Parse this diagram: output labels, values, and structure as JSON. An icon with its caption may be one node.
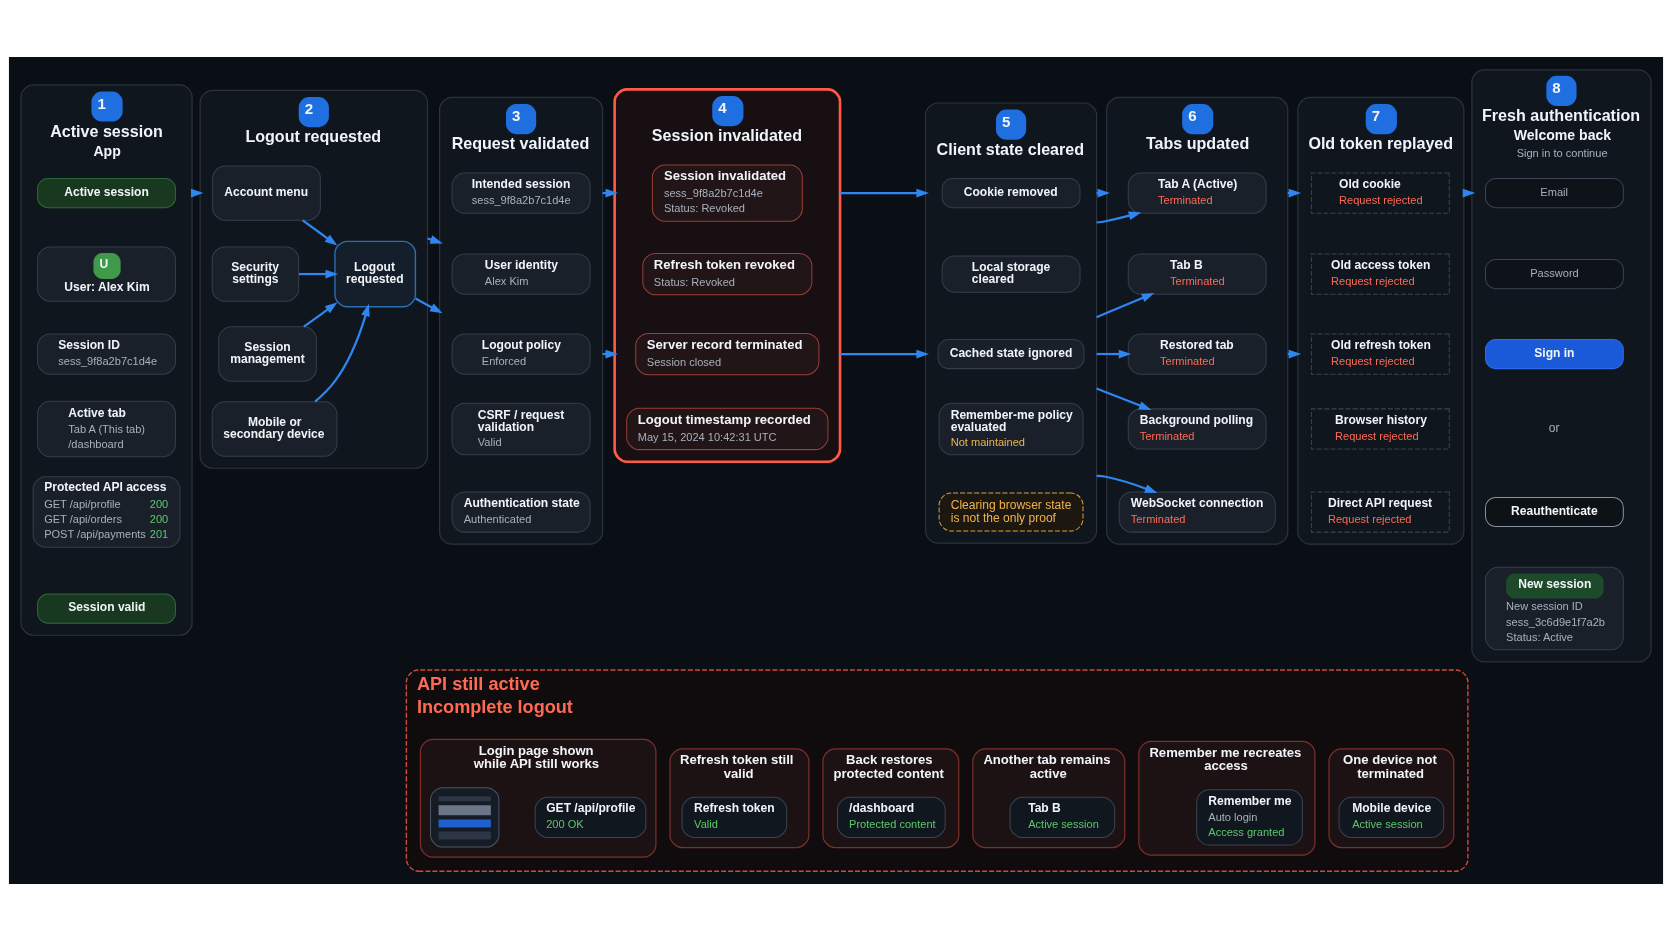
{
  "diagram": {
    "nodes": [
      {
        "text": [
          "1",
          "Active session",
          "App"
        ]
      },
      {
        "text": [
          "Active session"
        ],
        "in": 0
      },
      {
        "text": [
          "U",
          "User: Alex Kim"
        ],
        "in": 0
      },
      {
        "text": [
          "Session ID",
          "sess_9f8a2b7c1d4e"
        ],
        "in": 0
      },
      {
        "text": [
          "Active tab",
          "Tab A (This tab)",
          "/dashboard"
        ],
        "in": 0
      },
      {
        "text": [
          "Protected API access",
          "GET /api/profile",
          "200",
          "GET /api/orders",
          "200",
          "POST /api/payments",
          "201"
        ],
        "in": 0
      },
      {
        "text": [
          "Session valid"
        ],
        "in": 0
      },
      {
        "text": [
          "2",
          "Logout requested"
        ]
      },
      {
        "text": [
          "Account menu"
        ],
        "in": 7
      },
      {
        "text": [
          "Security settings"
        ],
        "in": 7
      },
      {
        "text": [
          "Session management"
        ],
        "in": 7
      },
      {
        "text": [
          "Mobile or secondary device"
        ],
        "in": 7
      },
      {
        "text": [
          "Logout requested"
        ],
        "in": 7
      },
      {
        "text": [
          "3",
          "Request validated"
        ]
      },
      {
        "text": [
          "Intended session",
          "sess_9f8a2b7c1d4e"
        ],
        "in": 13
      },
      {
        "text": [
          "User identity",
          "Alex Kim"
        ],
        "in": 13
      },
      {
        "text": [
          "Logout policy",
          "Enforced"
        ],
        "in": 13
      },
      {
        "text": [
          "CSRF / request validation",
          "Valid"
        ],
        "in": 13
      },
      {
        "text": [
          "Authentication state",
          "Authenticated"
        ],
        "in": 13
      },
      {
        "text": [
          "4",
          "Session invalidated"
        ]
      },
      {
        "text": [
          "Session invalidated",
          "sess_9f8a2b7c1d4e",
          "Status: Revoked"
        ],
        "in": 19
      },
      {
        "text": [
          "Refresh token revoked",
          "Status: Revoked"
        ],
        "in": 19
      },
      {
        "text": [
          "Server record terminated",
          "Session closed"
        ],
        "in": 19
      },
      {
        "text": [
          "Logout timestamp recorded",
          "May 15, 2024 10:42:31 UTC"
        ],
        "in": 19
      },
      {
        "text": [
          "5",
          "Client state cleared"
        ]
      },
      {
        "text": [
          "Cookie removed"
        ],
        "in": 24
      },
      {
        "text": [
          "Local storage cleared"
        ],
        "in": 24
      },
      {
        "text": [
          "Cached state ignored"
        ],
        "in": 24
      },
      {
        "text": [
          "Remember-me policy evaluated",
          "Not maintained"
        ],
        "in": 24
      },
      {
        "text": [
          "Clearing browser state is not the only proof"
        ],
        "in": 24
      },
      {
        "text": [
          "6",
          "Tabs updated"
        ]
      },
      {
        "text": [
          "Tab A (Active)",
          "Terminated"
        ],
        "in": 30
      },
      {
        "text": [
          "Tab B",
          "Terminated"
        ],
        "in": 30
      },
      {
        "text": [
          "Restored tab",
          "Terminated"
        ],
        "in": 30
      },
      {
        "text": [
          "Background polling",
          "Terminated"
        ],
        "in": 30
      },
      {
        "text": [
          "WebSocket connection",
          "Terminated"
        ],
        "in": 30
      },
      {
        "text": [
          "7",
          "Old token replayed"
        ]
      },
      {
        "text": [
          "Old cookie",
          "Request rejected"
        ],
        "in": 36
      },
      {
        "text": [
          "Old access token",
          "Request rejected"
        ],
        "in": 36
      },
      {
        "text": [
          "Old refresh token",
          "Request rejected"
        ],
        "in": 36
      },
      {
        "text": [
          "Browser history",
          "Request rejected"
        ],
        "in": 36
      },
      {
        "text": [
          "Direct API request",
          "Request rejected"
        ],
        "in": 36
      },
      {
        "text": [
          "8",
          "Fresh authentication",
          "Welcome back",
          "Sign in to continue"
        ]
      },
      {
        "text": [
          "Email"
        ],
        "in": 42
      },
      {
        "text": [
          "Password"
        ],
        "in": 42
      },
      {
        "text": [
          "Sign in"
        ],
        "in": 42
      },
      {
        "text": [
          "Reauthenticate"
        ],
        "in": 42
      },
      {
        "text": [
          "New session",
          "New session ID",
          "sess_3c6d9e1f7a2b",
          "Status: Active"
        ],
        "in": 42
      },
      {
        "text": [
          "API still active",
          "Incomplete logout"
        ]
      },
      {
        "text": [
          "Login page shown while API still works"
        ],
        "in": 48
      },
      {
        "text": [],
        "shape": "picture",
        "in": 49
      },
      {
        "text": [
          "GET /api/profile",
          "200 OK"
        ],
        "in": 49
      },
      {
        "text": [
          "Refresh token still valid"
        ],
        "in": 48
      },
      {
        "text": [
          "Refresh token",
          "Valid"
        ],
        "in": 52
      },
      {
        "text": [
          "Back restores protected content"
        ],
        "in": 48
      },
      {
        "text": [
          "/dashboard",
          "Protected content"
        ],
        "in": 54
      },
      {
        "text": [
          "Another tab remains active"
        ],
        "in": 48
      },
      {
        "text": [
          "Tab B",
          "Active session"
        ],
        "in": 56
      },
      {
        "text": [
          "Remember me recreates access"
        ],
        "in": 48
      },
      {
        "text": [
          "Remember me",
          "Auto login",
          "Access granted"
        ],
        "in": 58
      },
      {
        "text": [
          "One device not terminated"
        ],
        "in": 48
      },
      {
        "text": [
          "Mobile device",
          "Active session"
        ],
        "in": 60
      }
    ],
    "edges": [
      {
        "from": 0,
        "to": 7,
        "arrow": "to"
      },
      {
        "from": 7,
        "to": 13,
        "arrow": "to"
      },
      {
        "from": 13,
        "to": 19,
        "arrow": "to"
      },
      {
        "from": 19,
        "to": 24,
        "arrow": "to"
      },
      {
        "from": 24,
        "to": 30,
        "arrow": "to"
      },
      {
        "from": 30,
        "to": 36,
        "arrow": "to"
      },
      {
        "from": 36,
        "to": 42,
        "arrow": "to"
      },
      {
        "from": 8,
        "to": 12,
        "arrow": "to"
      },
      {
        "from": 9,
        "to": 12,
        "arrow": "to"
      },
      {
        "from": 10,
        "to": 12,
        "arrow": "to"
      },
      {
        "from": 11,
        "to": 12,
        "arrow": "to"
      },
      {
        "from": 12,
        "to": 13,
        "arrow": "to"
      },
      {
        "from": 13,
        "to": 19,
        "arrow": "to"
      },
      {
        "from": 19,
        "to": 24,
        "arrow": "to"
      },
      {
        "from": 24,
        "to": 31,
        "arrow": "to"
      },
      {
        "from": 24,
        "to": 32,
        "arrow": "to"
      },
      {
        "from": 24,
        "to": 33,
        "arrow": "to"
      },
      {
        "from": 24,
        "to": 34,
        "arrow": "to"
      },
      {
        "from": 24,
        "to": 35,
        "arrow": "to"
      },
      {
        "from": 30,
        "to": 36,
        "arrow": "to"
      }
    ],
    "labels": [
      "or"
    ]
  }
}
